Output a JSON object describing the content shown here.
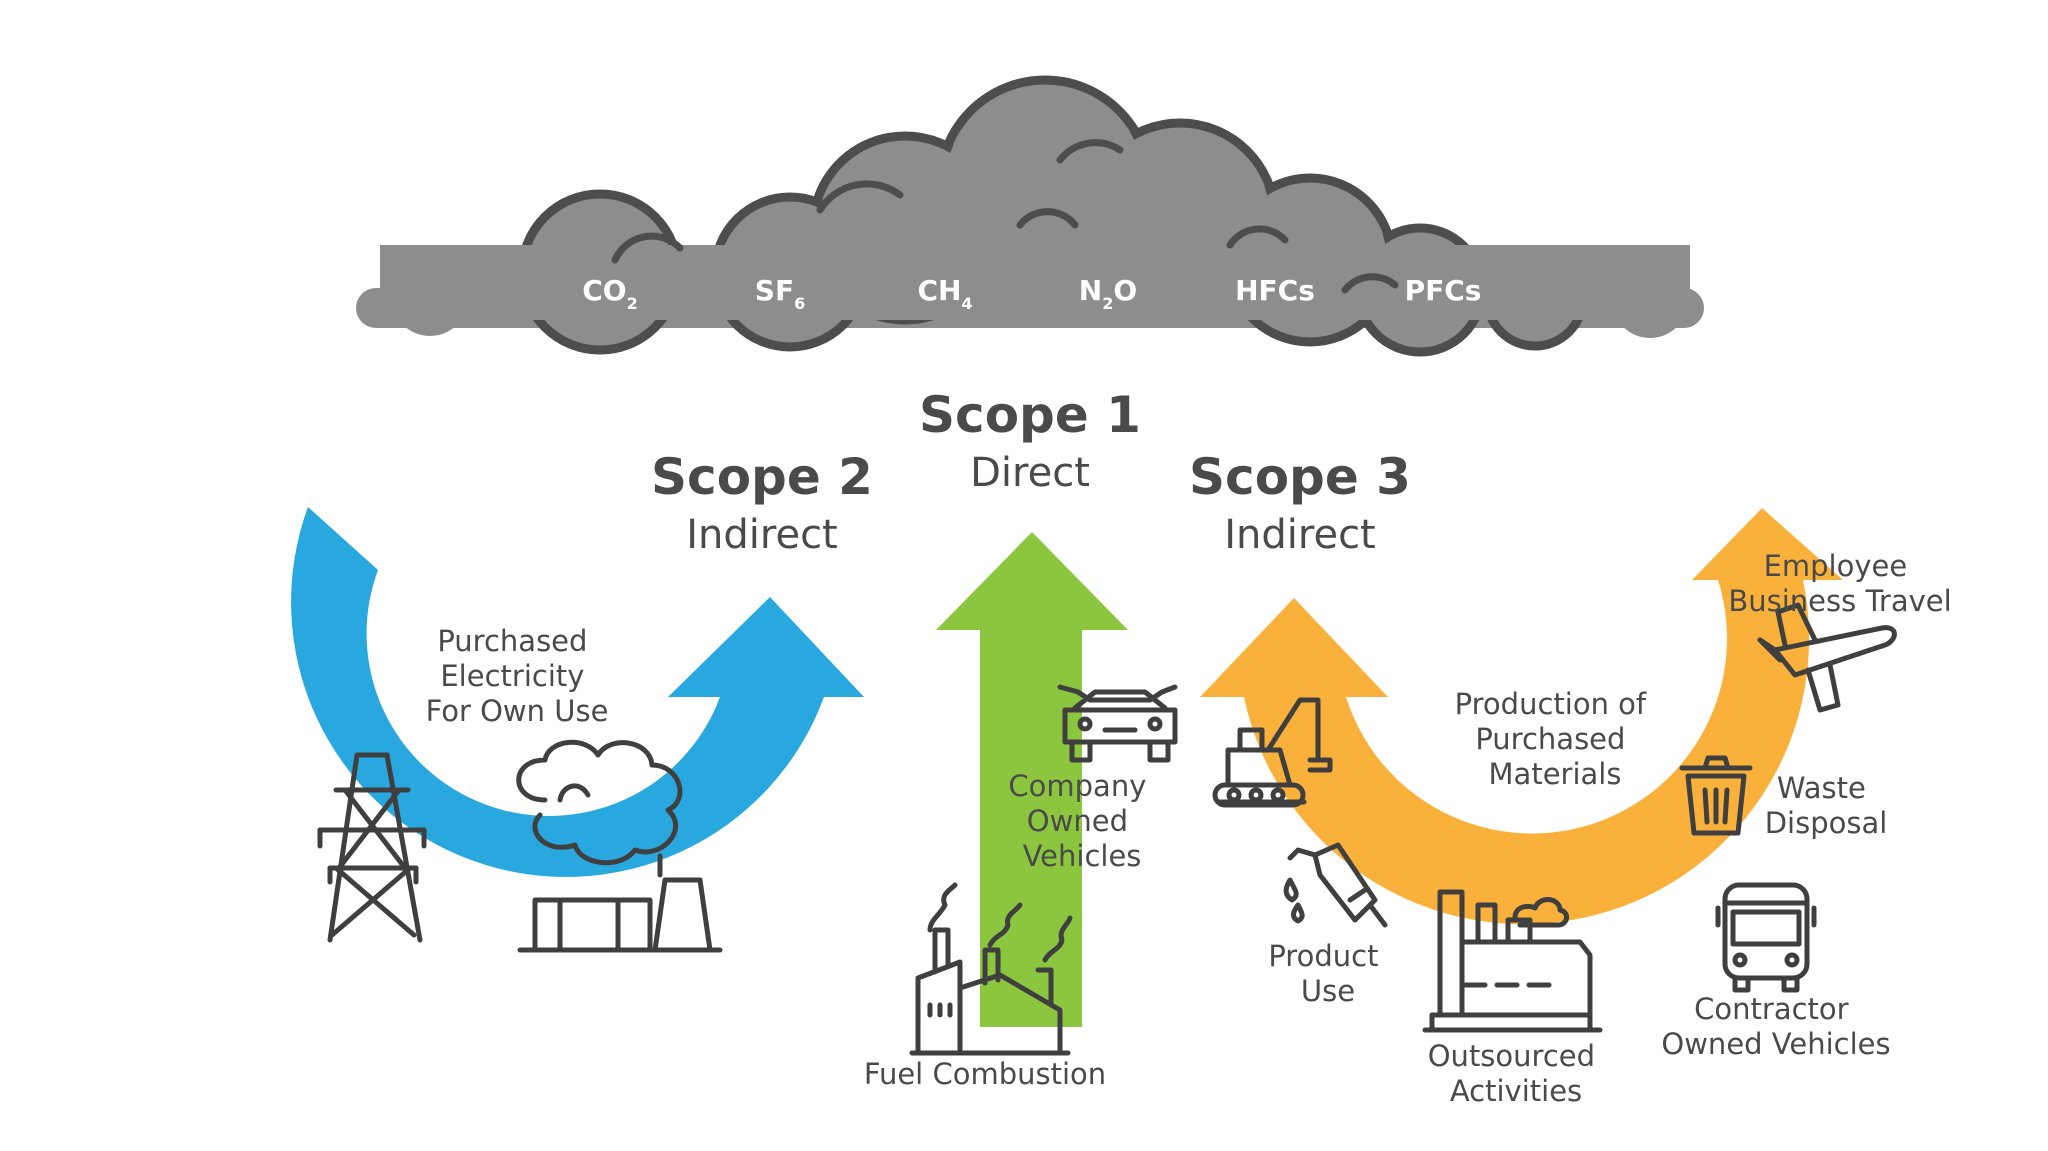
{
  "gases": [
    {
      "main": "CO",
      "sub": "2",
      "tail": ""
    },
    {
      "main": "SF",
      "sub": "6",
      "tail": ""
    },
    {
      "main": "CH",
      "sub": "4",
      "tail": ""
    },
    {
      "main": "N",
      "sub": "2",
      "tail": "O"
    },
    {
      "main": "HFCs",
      "sub": "",
      "tail": ""
    },
    {
      "main": "PFCs",
      "sub": "",
      "tail": ""
    }
  ],
  "scopes": {
    "scope1": {
      "title": "Scope 1",
      "subtitle": "Direct"
    },
    "scope2": {
      "title": "Scope 2",
      "subtitle": "Indirect"
    },
    "scope3": {
      "title": "Scope 3",
      "subtitle": "Indirect"
    }
  },
  "labels": {
    "purchased_electricity": [
      "Purchased",
      "Electricity",
      "For Own Use"
    ],
    "company_vehicles": [
      "Company",
      "Owned",
      "Vehicles"
    ],
    "fuel_combustion": [
      "Fuel Combustion"
    ],
    "production_materials": [
      "Production of",
      "Purchased",
      "Materials"
    ],
    "employee_travel": [
      "Employee",
      "Business Travel"
    ],
    "waste_disposal": [
      "Waste",
      "Disposal"
    ],
    "product_use": [
      "Product",
      "Use"
    ],
    "contractor_vehicles": [
      "Contractor",
      "Owned Vehicles"
    ],
    "outsourced_activities": [
      "Outsourced",
      "Activities"
    ]
  },
  "colors": {
    "cloud": "#8d8d8d",
    "cloud_outline": "#4d4d4d",
    "scope1": "#8cc63f",
    "scope2": "#29a8e0",
    "scope3": "#f9b13b",
    "text": "#4a4a4a",
    "icon": "#3f3f3f"
  }
}
